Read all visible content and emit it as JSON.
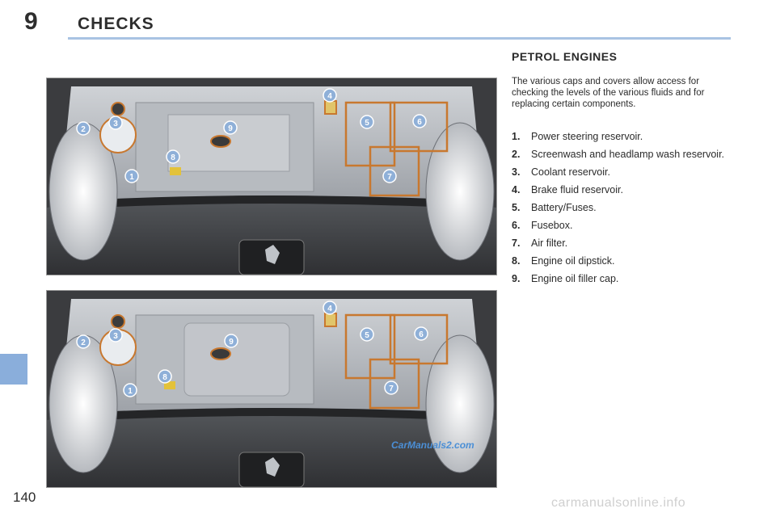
{
  "header": {
    "chapter_number": "9",
    "chapter_title": "CHECKS"
  },
  "section": {
    "title": "PETROL ENGINES",
    "intro": "The various caps and covers allow access for checking the levels of the various fluids and for replacing certain components."
  },
  "legend": [
    {
      "num": "1.",
      "label": "Power steering reservoir."
    },
    {
      "num": "2.",
      "label": "Screenwash and headlamp wash reservoir."
    },
    {
      "num": "3.",
      "label": "Coolant reservoir."
    },
    {
      "num": "4.",
      "label": "Brake fluid reservoir."
    },
    {
      "num": "5.",
      "label": "Battery/Fuses."
    },
    {
      "num": "6.",
      "label": "Fusebox."
    },
    {
      "num": "7.",
      "label": "Air filter."
    },
    {
      "num": "8.",
      "label": "Engine oil dipstick."
    },
    {
      "num": "9.",
      "label": "Engine oil filler cap."
    }
  ],
  "figures": {
    "top": {
      "callouts": [
        "1",
        "2",
        "3",
        "4",
        "5",
        "6",
        "7",
        "8",
        "9"
      ]
    },
    "bottom": {
      "callouts": [
        "1",
        "2",
        "3",
        "4",
        "5",
        "6",
        "7",
        "8",
        "9"
      ],
      "watermark": "CarManuals2.com"
    }
  },
  "footer": {
    "page_number": "140",
    "watermark": "carmanualsonline.info"
  },
  "colors": {
    "accent_rule": "#a9c3e3",
    "side_tab": "#8aaedb",
    "callout_fill": "#8fb0d8",
    "component_outline": "#c8782f"
  }
}
